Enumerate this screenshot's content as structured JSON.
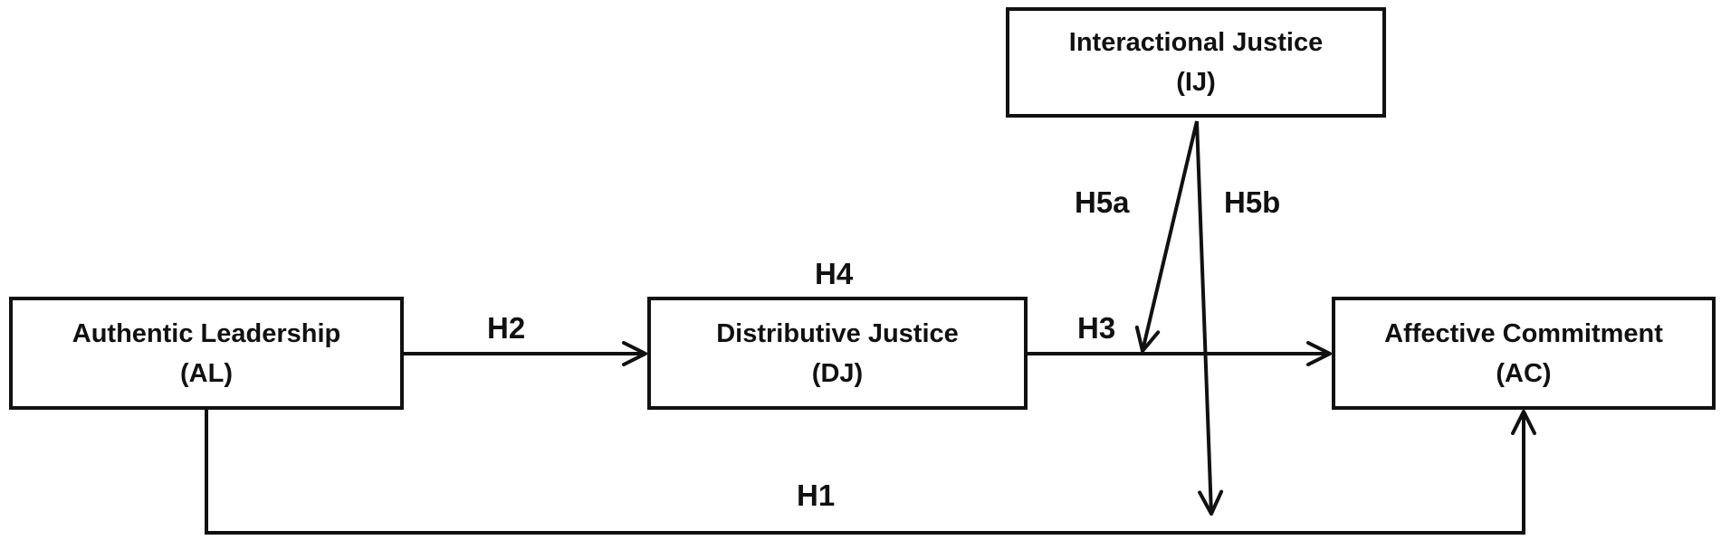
{
  "nodes": {
    "al": {
      "line1": "Authentic Leadership",
      "line2": "(AL)"
    },
    "dj": {
      "line1": "Distributive Justice",
      "line2": "(DJ)"
    },
    "ac": {
      "line1": "Affective Commitment",
      "line2": "(AC)"
    },
    "ij": {
      "line1": "Interactional Justice",
      "line2": "(IJ)"
    }
  },
  "edges": {
    "h1": {
      "label": "H1",
      "from": "AL",
      "to": "AC"
    },
    "h2": {
      "label": "H2",
      "from": "AL",
      "to": "DJ"
    },
    "h3": {
      "label": "H3",
      "from": "DJ",
      "to": "AC"
    },
    "h4": {
      "label": "H4"
    },
    "h5a": {
      "label": "H5a",
      "from": "IJ",
      "to": "DJ-AC path"
    },
    "h5b": {
      "label": "H5b",
      "from": "IJ",
      "to": "AL-AC path"
    }
  },
  "colors": {
    "stroke": "#111111",
    "background": "#ffffff"
  }
}
